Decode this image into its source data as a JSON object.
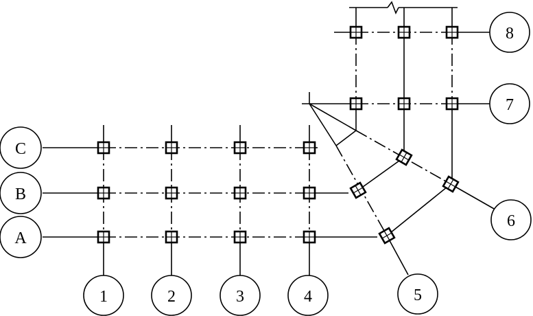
{
  "drawing": {
    "axis_labels": {
      "c": "C",
      "b": "B",
      "a": "A",
      "n1": "1",
      "n2": "2",
      "n3": "3",
      "n4": "4",
      "n5": "5",
      "n6": "6",
      "n7": "7",
      "n8": "8"
    },
    "line_color": "#000000",
    "background": "#ffffff"
  }
}
